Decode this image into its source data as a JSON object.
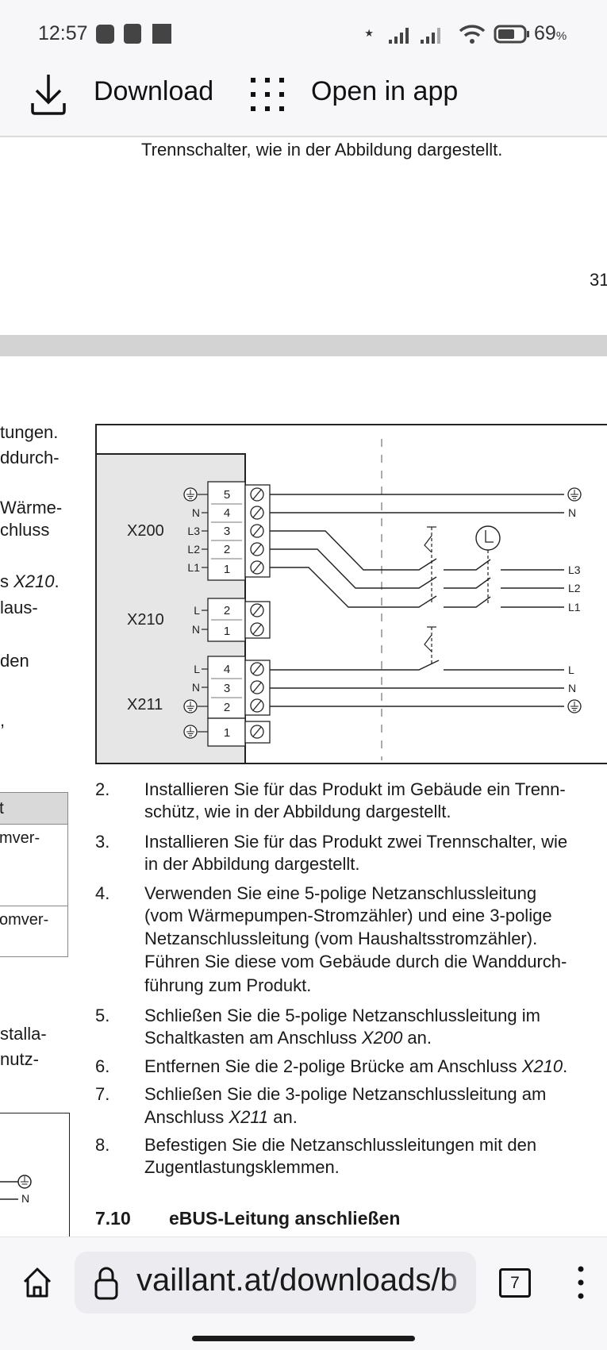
{
  "status_bar": {
    "time": "12:57",
    "battery": "69",
    "battery_unit": "%"
  },
  "toolbar": {
    "download_label": "Download",
    "open_in_app_label": "Open in app"
  },
  "document": {
    "cut_top_line": "Trennschalter, wie in der Abbildung dargestellt.",
    "page_number": "31",
    "left_fragments": [
      "tungen.",
      "ddurch-",
      "Wärme-",
      "chluss",
      "s ",
      "X210",
      ".",
      "laus-",
      "den",
      ","
    ],
    "left_table": {
      "header": "t",
      "row1": "mver-",
      "row2": "omver-"
    },
    "left_fragments_2": [
      "stalla-",
      "nutz-"
    ],
    "left_diagram_labels": {
      "n": "N"
    },
    "diagram": {
      "x200": "X200",
      "x210": "X210",
      "x211": "X211",
      "x200_pins": [
        "5",
        "4",
        "3",
        "2",
        "1"
      ],
      "x200_labels": [
        "N",
        "L3",
        "L2",
        "L1"
      ],
      "x210_pins": [
        "2",
        "1"
      ],
      "x210_labels": [
        "L",
        "N"
      ],
      "x211_pins": [
        "4",
        "3",
        "2",
        "1"
      ],
      "x211_labels": [
        "L",
        "N"
      ],
      "right_labels_top": [
        "N",
        "L3",
        "L2",
        "L1"
      ],
      "right_labels_bottom": [
        "L",
        "N"
      ]
    },
    "steps": [
      {
        "n": "2.",
        "lines": [
          "Installieren Sie für das Produkt im Gebäude ein Trenn-",
          "schütz, wie in der Abbildung dargestellt."
        ]
      },
      {
        "n": "3.",
        "lines": [
          "Installieren Sie für das Produkt zwei Trennschalter, wie",
          "in der Abbildung dargestellt."
        ]
      },
      {
        "n": "4.",
        "lines": [
          "Verwenden Sie eine 5-polige Netzanschlussleitung",
          "(vom Wärmepumpen-Stromzähler) und eine 3-polige",
          "Netzanschlussleitung (vom Haushaltsstromzähler).",
          "Führen Sie diese vom Gebäude durch die Wanddurch-",
          "führung zum Produkt."
        ]
      },
      {
        "n": "5.",
        "lines": [
          "Schließen Sie die 5-polige Netzanschlussleitung im",
          "Schaltkasten am Anschluss "
        ],
        "italic": "X200",
        "tail": " an."
      },
      {
        "n": "6.",
        "lines": [
          "Entfernen Sie die 2-polige Brücke am Anschluss "
        ],
        "italic": "X210",
        "tail": "."
      },
      {
        "n": "7.",
        "lines": [
          "Schließen Sie die 3-polige Netzanschlussleitung am",
          "Anschluss "
        ],
        "italic": "X211",
        "tail": " an."
      },
      {
        "n": "8.",
        "lines": [
          "Befestigen Sie die Netzanschlussleitungen mit den",
          "Zugentlastungsklemmen."
        ]
      }
    ],
    "heading": {
      "number": "7.10",
      "title": "eBUS-Leitung anschließen"
    }
  },
  "browser": {
    "url": "vaillant.at/downloads/b",
    "tab_count": "7"
  }
}
